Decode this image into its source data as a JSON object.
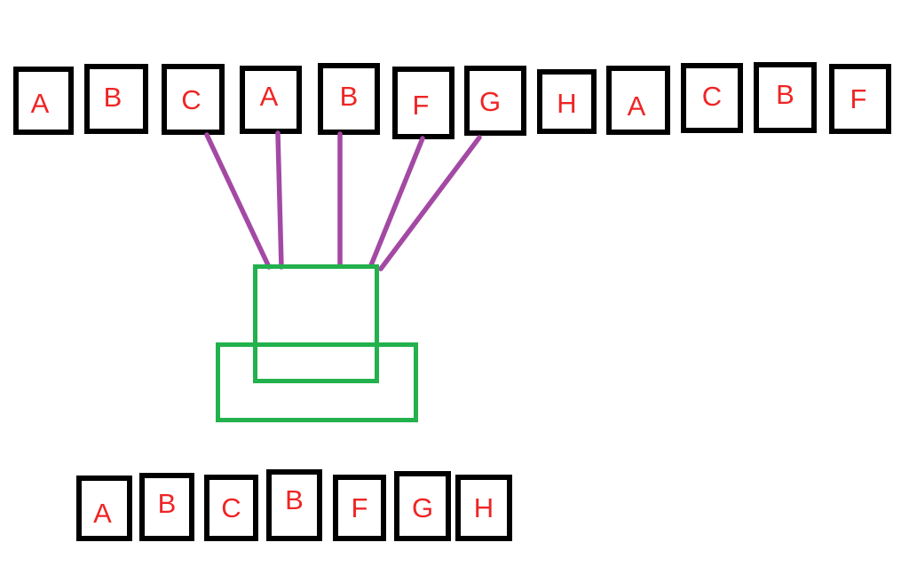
{
  "diagram": {
    "top_row": [
      "A",
      "B",
      "C",
      "A",
      "B",
      "F",
      "G",
      "H",
      "A",
      "C",
      "B",
      "F"
    ],
    "bottom_row": [
      "A",
      "B",
      "C",
      "B",
      "F",
      "G",
      "H"
    ],
    "connections": [
      {
        "from_label": "C",
        "from_index": 2,
        "to": "container"
      },
      {
        "from_label": "A",
        "from_index": 3,
        "to": "container"
      },
      {
        "from_label": "B",
        "from_index": 4,
        "to": "container"
      },
      {
        "from_label": "F",
        "from_index": 5,
        "to": "container"
      },
      {
        "from_label": "G",
        "from_index": 6,
        "to": "container"
      }
    ],
    "colors": {
      "background": "#ffffff",
      "box_border": "#000000",
      "letter": "#ee2524",
      "connector": "#a349a4",
      "container": "#22b14c"
    }
  }
}
